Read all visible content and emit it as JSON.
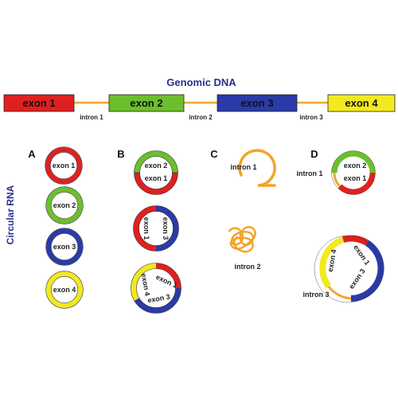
{
  "colors": {
    "exon1": "#e02020",
    "exon2": "#6cbf2c",
    "exon3": "#2a3aa8",
    "exon4": "#f2ea1e",
    "intron": "#f3a42a",
    "title": "#2b2e8c"
  },
  "genomic": {
    "title": "Genomic DNA",
    "exons": [
      "exon 1",
      "exon 2",
      "exon 3",
      "exon 4"
    ],
    "introns": [
      "intron 1",
      "intron 2",
      "intron 3"
    ]
  },
  "side_label": "Circular RNA",
  "panels": {
    "A": {
      "label": "A",
      "circles": [
        "exon 1",
        "exon 2",
        "exon 3",
        "exon 4"
      ]
    },
    "B": {
      "label": "B",
      "c1": [
        "exon 2",
        "exon 1"
      ],
      "c2": [
        "exon 1",
        "exon 3"
      ],
      "c3": [
        "exon 4",
        "exon 1",
        "exon 3"
      ]
    },
    "C": {
      "label": "C",
      "lariat": "intron 1",
      "tangle": "intron 2"
    },
    "D": {
      "label": "D",
      "c1_exons": [
        "exon 2",
        "exon 1"
      ],
      "c1_intron": "intron 1",
      "c2_exons": [
        "exon 4",
        "exon 1",
        "exon 3"
      ],
      "c2_intron": "intron 3"
    }
  }
}
